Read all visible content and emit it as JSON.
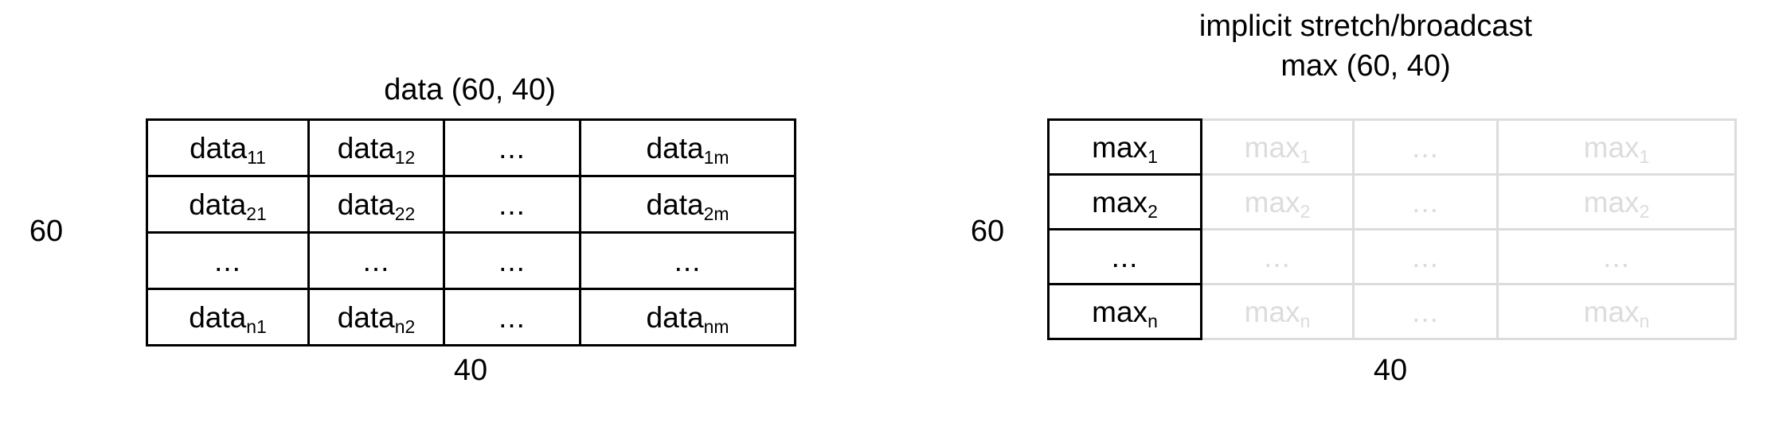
{
  "figure": {
    "kind": "broadcasting-diagram",
    "background_color": "#ffffff",
    "solid_color": "#000000",
    "ghost_color": "#dcdcdc"
  },
  "left_panel": {
    "title": "data (60, 40)",
    "row_dim_label": "60",
    "col_dim_label": "40",
    "matrix": {
      "rows": 4,
      "cols": 4,
      "cells": [
        [
          {
            "base": "data",
            "sub": "11",
            "ghost": false
          },
          {
            "base": "data",
            "sub": "12",
            "ghost": false
          },
          {
            "base": "...",
            "sub": "",
            "ghost": false
          },
          {
            "base": "data",
            "sub": "1m",
            "ghost": false
          }
        ],
        [
          {
            "base": "data",
            "sub": "21",
            "ghost": false
          },
          {
            "base": "data",
            "sub": "22",
            "ghost": false
          },
          {
            "base": "...",
            "sub": "",
            "ghost": false
          },
          {
            "base": "data",
            "sub": "2m",
            "ghost": false
          }
        ],
        [
          {
            "base": "...",
            "sub": "",
            "ghost": false
          },
          {
            "base": "...",
            "sub": "",
            "ghost": false
          },
          {
            "base": "...",
            "sub": "",
            "ghost": false
          },
          {
            "base": "...",
            "sub": "",
            "ghost": false
          }
        ],
        [
          {
            "base": "data",
            "sub": "n1",
            "ghost": false
          },
          {
            "base": "data",
            "sub": "n2",
            "ghost": false
          },
          {
            "base": "...",
            "sub": "",
            "ghost": false
          },
          {
            "base": "data",
            "sub": "nm",
            "ghost": false
          }
        ]
      ]
    }
  },
  "right_panel": {
    "caption": "implicit stretch/broadcast",
    "title": "max (60, 40)",
    "row_dim_label": "60",
    "col_dim_label": "40",
    "matrix": {
      "rows": 4,
      "cols": 4,
      "cells": [
        [
          {
            "base": "max",
            "sub": "1",
            "ghost": false
          },
          {
            "base": "max",
            "sub": "1",
            "ghost": true
          },
          {
            "base": "...",
            "sub": "",
            "ghost": true
          },
          {
            "base": "max",
            "sub": "1",
            "ghost": true
          }
        ],
        [
          {
            "base": "max",
            "sub": "2",
            "ghost": false
          },
          {
            "base": "max",
            "sub": "2",
            "ghost": true
          },
          {
            "base": "...",
            "sub": "",
            "ghost": true
          },
          {
            "base": "max",
            "sub": "2",
            "ghost": true
          }
        ],
        [
          {
            "base": "...",
            "sub": "",
            "ghost": false
          },
          {
            "base": "...",
            "sub": "",
            "ghost": true
          },
          {
            "base": "...",
            "sub": "",
            "ghost": true
          },
          {
            "base": "...",
            "sub": "",
            "ghost": true
          }
        ],
        [
          {
            "base": "max",
            "sub": "n",
            "ghost": false
          },
          {
            "base": "max",
            "sub": "n",
            "ghost": true
          },
          {
            "base": "...",
            "sub": "",
            "ghost": true
          },
          {
            "base": "max",
            "sub": "n",
            "ghost": true
          }
        ]
      ]
    }
  }
}
